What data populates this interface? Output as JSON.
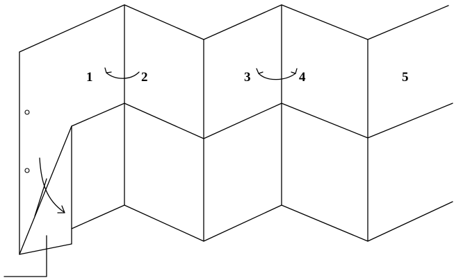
{
  "diagram": {
    "labels": [
      "1",
      "2",
      "3",
      "4",
      "5"
    ],
    "line_color": "#000000",
    "background_color": "#ffffff"
  }
}
